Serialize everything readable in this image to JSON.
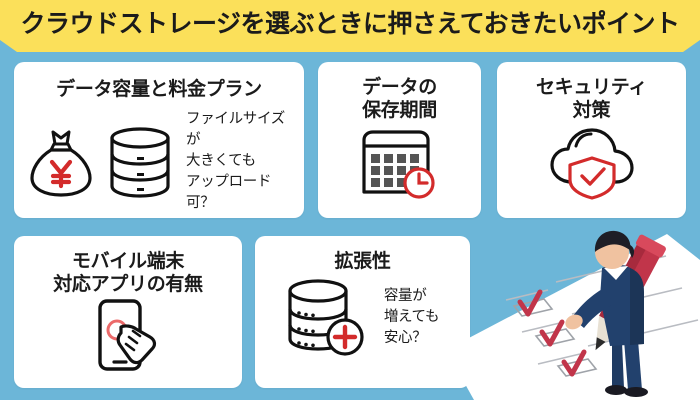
{
  "theme": {
    "background_color": "#6cb6d8",
    "banner_color": "#fbe05a",
    "card_color": "#ffffff",
    "text_color": "#1b1b1b",
    "accent_red": "#d32b2b",
    "illustration_navy": "#1f3b63",
    "illustration_red": "#c1354a"
  },
  "banner": {
    "title": "クラウドストレージを選ぶときに押さえておきたいポイント"
  },
  "cards": [
    {
      "id": "capacity",
      "title": "データ容量と料金プラン",
      "note": "ファイルサイズが\n大きくても\nアップロード可？",
      "icons": [
        "money-bag-yen-icon",
        "database-icon"
      ]
    },
    {
      "id": "retention",
      "title": "データの\n保存期間",
      "note": "",
      "icons": [
        "calendar-clock-icon"
      ]
    },
    {
      "id": "security",
      "title": "セキュリティ\n対策",
      "note": "",
      "icons": [
        "cloud-shield-check-icon"
      ]
    },
    {
      "id": "mobile",
      "title": "モバイル端末\n対応アプリの有無",
      "note": "",
      "icons": [
        "smartphone-tap-icon"
      ]
    },
    {
      "id": "scalability",
      "title": "拡張性",
      "note": "容量が\n増えても\n安心？",
      "icons": [
        "database-plus-icon"
      ]
    }
  ],
  "illustration": {
    "name": "businessman-checklist-illustration",
    "description": "ビジネスマンが大きな赤いペンでチェックリストにチェックを入れている",
    "checkmark_count": 3
  }
}
